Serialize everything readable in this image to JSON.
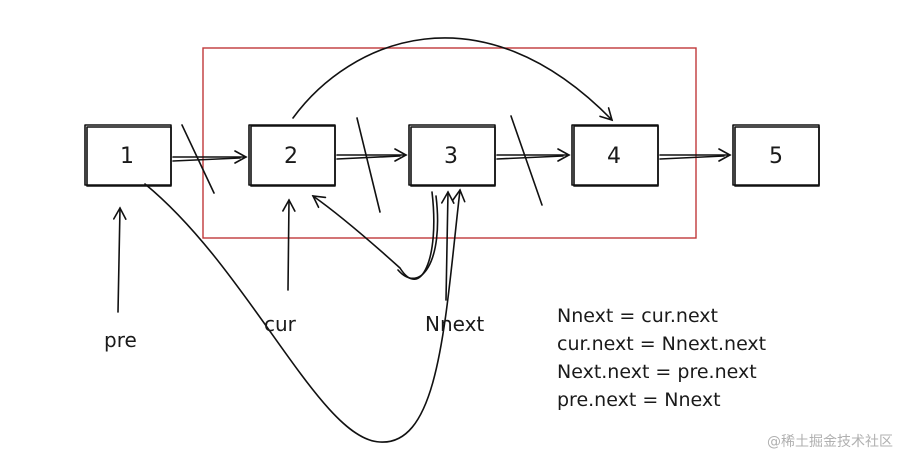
{
  "nodes": [
    {
      "id": "node-1",
      "label": "1"
    },
    {
      "id": "node-2",
      "label": "2"
    },
    {
      "id": "node-3",
      "label": "3"
    },
    {
      "id": "node-4",
      "label": "4"
    },
    {
      "id": "node-5",
      "label": "5"
    }
  ],
  "pointers": {
    "pre": "pre",
    "cur": "cur",
    "nnext": "Nnext"
  },
  "code_lines": [
    "Nnext = cur.next",
    "cur.next = Nnext.next",
    "Next.next = pre.next",
    "pre.next = Nnext"
  ],
  "watermark": "@稀土掘金技术社区",
  "colors": {
    "highlight_box": "#c0383a",
    "ink": "#111111"
  }
}
